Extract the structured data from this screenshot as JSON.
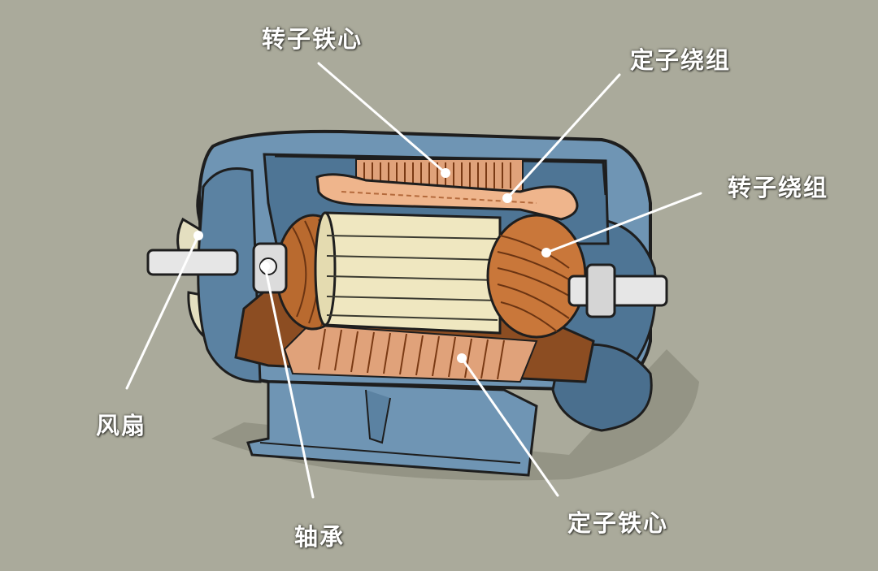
{
  "labels": {
    "rotor_core": "转子铁心",
    "stator_winding": "定子绕组",
    "rotor_winding": "转子绕组",
    "fan": "风扇",
    "bearing": "轴承",
    "stator_core": "定子铁心"
  },
  "colors": {
    "background": "#aaaa9b",
    "housing": "#6f95b4",
    "copper": "#c9773a",
    "core": "#efe7c0",
    "leader": "#ffffff"
  }
}
